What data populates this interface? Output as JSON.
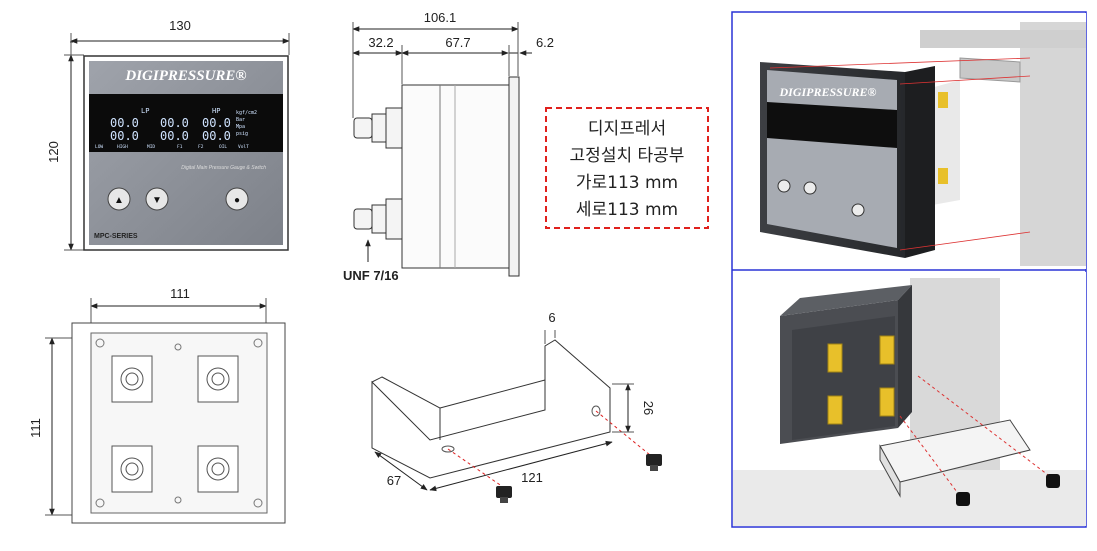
{
  "front_view": {
    "width_label": "130",
    "height_label": "120",
    "brand": "DIGIPRESSURE®",
    "lcd": {
      "lp_label": "LP",
      "hp_label": "HP",
      "readout": "00.0",
      "units": [
        "kgf/cm2",
        "Bar",
        "Mpa",
        "psig"
      ],
      "bottom_labels": [
        "LOW",
        "HIGH",
        "MID",
        "F1",
        "F2",
        "OIL",
        "VolT"
      ]
    },
    "subtitle": "Digital Main Pressure Gauge & Switch",
    "model": "MPC-SERIES",
    "buttons": [
      "▲",
      "▼",
      "●"
    ]
  },
  "side_view": {
    "total_label": "106.1",
    "left_label": "32.2",
    "mid_label": "67.7",
    "right_label": "6.2",
    "fitting_label": "UNF 7/16"
  },
  "rear_view": {
    "width_label": "111",
    "height_label": "111"
  },
  "bracket_view": {
    "thickness_label": "6",
    "height_label": "26",
    "depth_label": "67",
    "length_label": "121"
  },
  "note": {
    "lines": [
      "디지프레서",
      "고정설치  타공부",
      "가로113 mm",
      "세로113 mm"
    ],
    "border_color": "#e0201c"
  },
  "iso_views": {
    "border_color": "#2a34d6"
  }
}
